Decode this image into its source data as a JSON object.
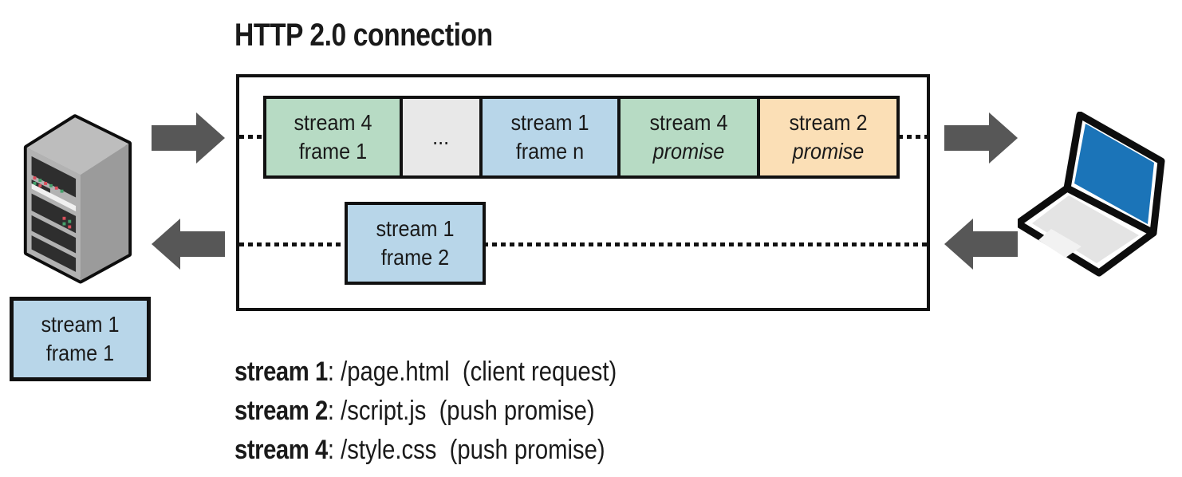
{
  "title": "HTTP 2.0 connection",
  "colors": {
    "green": "#b7dbc4",
    "blue": "#b8d6e9",
    "orange": "#fbdfb6",
    "gray": "#e8e8e8",
    "ink": "#111111",
    "arrow": "#575757",
    "laptop_screen": "#1b74b8"
  },
  "icons": {
    "left_device": "server-icon",
    "right_device": "laptop-icon",
    "outbound": "arrow-right-icon",
    "inbound": "arrow-left-icon"
  },
  "connection": {
    "top_frames": [
      {
        "line1": "stream 4",
        "line2": "frame 1",
        "color": "green"
      },
      {
        "line1": "...",
        "line2": "",
        "color": "gray"
      },
      {
        "line1": "stream 1",
        "line2": "frame n",
        "color": "blue"
      },
      {
        "line1": "stream 4",
        "line2": "promise",
        "color": "green"
      },
      {
        "line1": "stream 2",
        "line2": "promise",
        "color": "orange"
      }
    ],
    "bottom_frame": {
      "line1": "stream 1",
      "line2": "frame 2",
      "color": "blue"
    }
  },
  "server_frame": {
    "line1": "stream 1",
    "line2": "frame 1",
    "color": "blue"
  },
  "legend": [
    {
      "stream": "stream 1",
      "desc": ": /page.html  (client request)"
    },
    {
      "stream": "stream 2",
      "desc": ": /script.js  (push promise)"
    },
    {
      "stream": "stream 4",
      "desc": ": /style.css  (push promise)"
    }
  ]
}
